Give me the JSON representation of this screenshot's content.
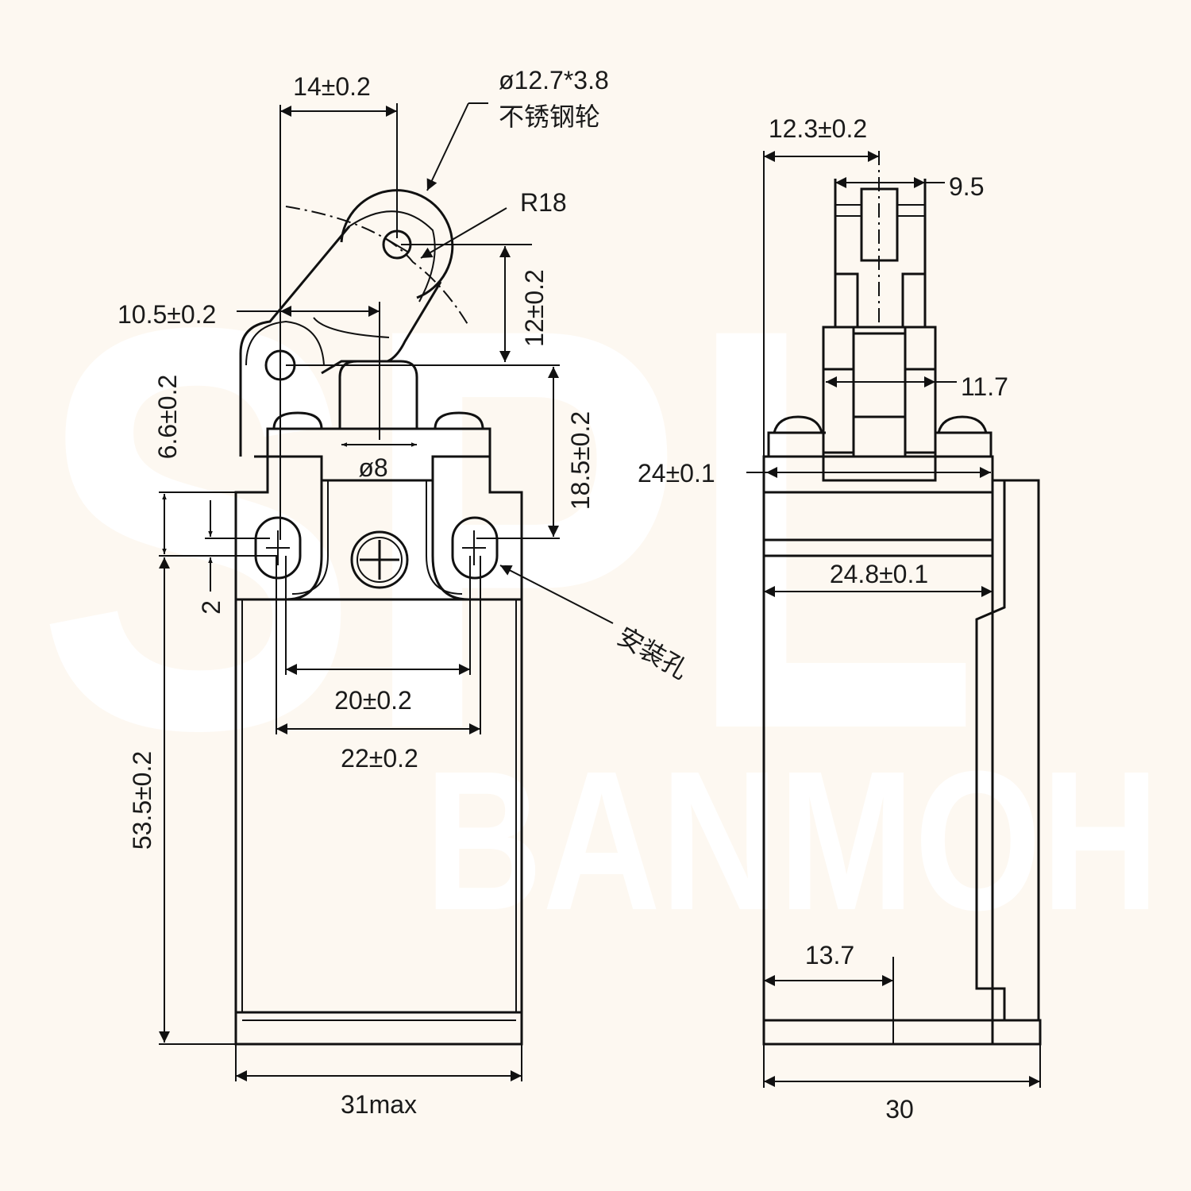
{
  "watermark": {
    "top": "SPL",
    "bottom": "BANMOH"
  },
  "front_view": {
    "dim_roller_offset": "14±0.2",
    "roller_spec": "ø12.7*3.8",
    "roller_material": "不锈钢轮",
    "radius": "R18",
    "dim_roller_height": "12±0.2",
    "dim_pivot_offset": "10.5±0.2",
    "dim_pivot_height": "18.5±0.2",
    "dim_flange": "6.6±0.2",
    "dim_slot": "2",
    "dim_plunger": "ø8",
    "dim_height": "53.5±0.2",
    "dim_hole_inner": "20±0.2",
    "dim_hole_outer": "22±0.2",
    "dim_width": "31max",
    "mounting_hole_label": "安装孔"
  },
  "side_view": {
    "dim_offset": "12.3±0.2",
    "dim_fork_inner": "9.5",
    "dim_fork_outer": "11.7",
    "dim_head": "24±0.1",
    "dim_body": "24.8±0.1",
    "dim_bottom": "13.7",
    "dim_depth": "30"
  }
}
